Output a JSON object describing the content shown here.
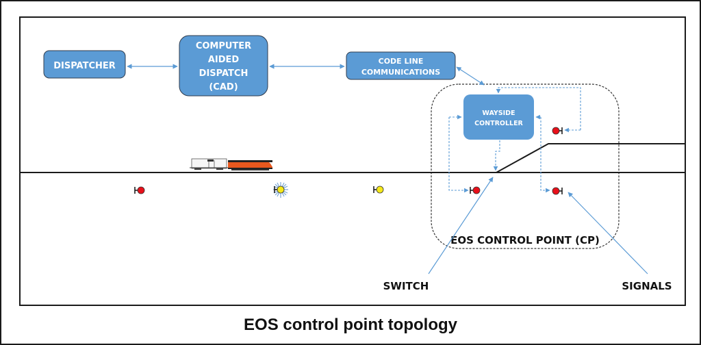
{
  "caption": "EOS control point topology",
  "colors": {
    "box_fill": "#5b9bd5",
    "box_stroke": "#2f3b4c",
    "arrow": "#5b9bd5",
    "track": "#1a1a1a",
    "signal_red": "#e8101a",
    "signal_yellow": "#f5e81a",
    "flash_burst": "#7aa7d6"
  },
  "boxes": {
    "dispatcher": {
      "lines": [
        "DISPATCHER"
      ]
    },
    "cad": {
      "lines": [
        "COMPUTER",
        "AIDED",
        "DISPATCH",
        "(CAD)"
      ]
    },
    "code_line": {
      "lines": [
        "CODE LINE",
        "COMMUNICATIONS"
      ]
    },
    "wayside": {
      "lines": [
        "WAYSIDE",
        "CONTROLLER"
      ]
    }
  },
  "control_point": {
    "label": "EOS CONTROL POINT (CP)"
  },
  "callouts": {
    "switch": "SWITCH",
    "signals": "SIGNALS"
  },
  "signals": [
    {
      "id": "sig-1",
      "aspect": "red",
      "facing": "left"
    },
    {
      "id": "sig-2",
      "aspect": "flashing-yellow",
      "facing": "left"
    },
    {
      "id": "sig-3",
      "aspect": "yellow",
      "facing": "left"
    },
    {
      "id": "sig-cp-west",
      "aspect": "red",
      "facing": "left"
    },
    {
      "id": "sig-cp-east-main",
      "aspect": "red",
      "facing": "right"
    },
    {
      "id": "sig-cp-east-siding",
      "aspect": "red",
      "facing": "right"
    }
  ],
  "train": {
    "cars": [
      "boxcar",
      "locomotive"
    ]
  }
}
